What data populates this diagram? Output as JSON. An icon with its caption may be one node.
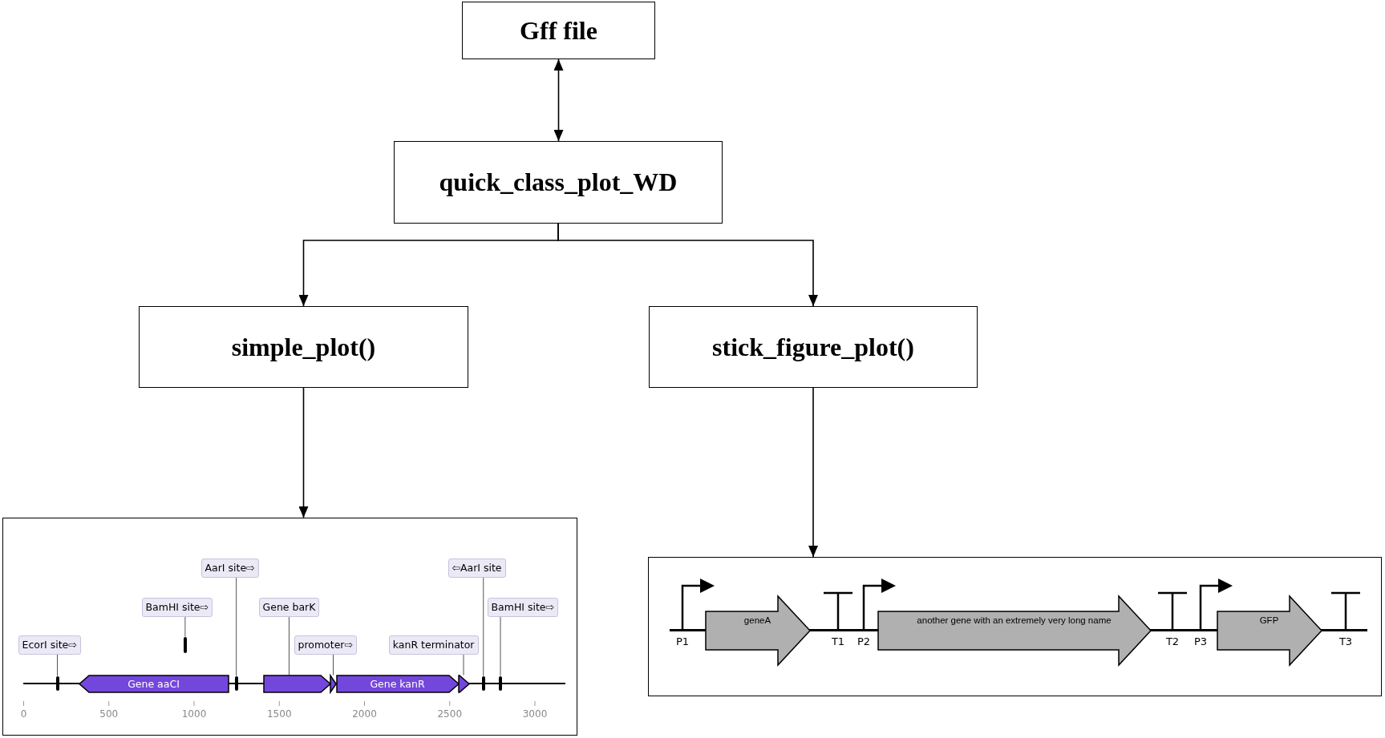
{
  "diagram": {
    "nodes": [
      {
        "text": [
          "Gff file"
        ]
      },
      {
        "text": [
          "quick_class_plot_WD"
        ]
      },
      {
        "text": [
          "simple_plot()"
        ]
      },
      {
        "text": [
          "stick_figure_plot()"
        ]
      },
      {
        "text": [],
        "shape": "box"
      },
      {
        "text": [],
        "shape": "box"
      },
      {
        "text": [
          "AarI site⇨"
        ],
        "in": 4
      },
      {
        "text": [
          "⇦AarI site"
        ],
        "in": 4
      },
      {
        "text": [
          "BamHI site⇨"
        ],
        "in": 4
      },
      {
        "text": [
          "Gene barK"
        ],
        "in": 4
      },
      {
        "text": [
          "BamHI site⇨"
        ],
        "in": 4
      },
      {
        "text": [
          "EcorI site⇨"
        ],
        "in": 4
      },
      {
        "text": [
          "promoter⇨"
        ],
        "in": 4
      },
      {
        "text": [
          "kanR terminator"
        ],
        "in": 4
      },
      {
        "text": [
          "Gene aaCI"
        ],
        "in": 4
      },
      {
        "text": [],
        "shape": "arrow",
        "in": 4
      },
      {
        "text": [
          "Gene kanR"
        ],
        "in": 4
      },
      {
        "text": [
          "geneA"
        ],
        "in": 5
      },
      {
        "text": [
          "another gene with an extremely very long name"
        ],
        "in": 5
      },
      {
        "text": [
          "GFP"
        ],
        "in": 5
      },
      {
        "text": [],
        "shape": "bar",
        "in": 4
      },
      {
        "text": [],
        "shape": "bar",
        "in": 4
      },
      {
        "text": [],
        "shape": "bar",
        "in": 4
      },
      {
        "text": [],
        "shape": "bar",
        "in": 4
      },
      {
        "text": [],
        "shape": "bar",
        "in": 4
      },
      {
        "text": [],
        "shape": "arrow",
        "in": 4
      },
      {
        "text": [],
        "shape": "arrow",
        "in": 4
      },
      {
        "text": [],
        "shape": "bar",
        "in": 5
      }
    ],
    "edges": [
      {
        "from": 0,
        "to": 1,
        "arrow": "both"
      },
      {
        "from": 1,
        "to": 2,
        "arrow": "to"
      },
      {
        "from": 1,
        "to": 3,
        "arrow": "to"
      },
      {
        "from": 2,
        "to": 4,
        "arrow": "to"
      },
      {
        "from": 3,
        "to": 5,
        "arrow": "to"
      },
      {
        "from": 6,
        "to": 22,
        "arrow": "none"
      },
      {
        "from": 7,
        "to": 23,
        "arrow": "none"
      },
      {
        "from": 8,
        "to": 21,
        "arrow": "none"
      },
      {
        "from": 9,
        "to": 15,
        "arrow": "none"
      },
      {
        "from": 10,
        "to": 24,
        "arrow": "none"
      },
      {
        "from": 11,
        "to": 20,
        "arrow": "none"
      },
      {
        "from": 12,
        "to": 25,
        "arrow": "none"
      },
      {
        "from": 13,
        "to": 26,
        "arrow": "none"
      }
    ],
    "labels": [
      "P1",
      "T1",
      "P2",
      "T2",
      "P3",
      "T3",
      "0",
      "500",
      "1000",
      "1500",
      "2000",
      "2500",
      "3000"
    ]
  }
}
